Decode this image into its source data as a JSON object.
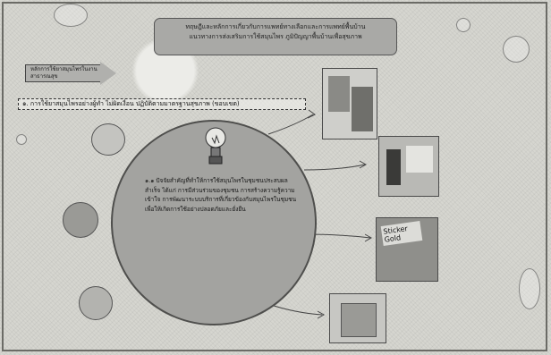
{
  "title": {
    "line1": "ทฤษฎีและหลักการเกี่ยวกับการแพทย์ทางเลือกและการแพทย์พื้นบ้าน",
    "line2": "แนวทางการส่งเสริมการใช้สมุนไพร ภูมิปัญญาพื้นบ้านเพื่อสุขภาพ"
  },
  "arrow_label": "หลักการใช้ยาสมุนไพรในงานสาธารณสุข",
  "heading": "๑. การใช้ยาสมุนไพรอย่างผู้ทำ ไม่ผิดเงื่อน ปฏิบัติตามมาตรฐานสุขภาพ (ขอบเขต)",
  "circle_text": "๑.๑ ปัจจัยสำคัญที่ทำให้การใช้สมุนไพรในชุมชนประสบผลสำเร็จ ได้แก่ การมีส่วนร่วมของชุมชน การสร้างความรู้ความเข้าใจ การพัฒนาระบบบริการที่เกี่ยวข้องกับสมุนไพรในชุมชนเพื่อให้เกิดการใช้อย่างปลอดภัยและยั่งยืน",
  "thumbs": {
    "sticker_text": "Sticker Gold"
  }
}
